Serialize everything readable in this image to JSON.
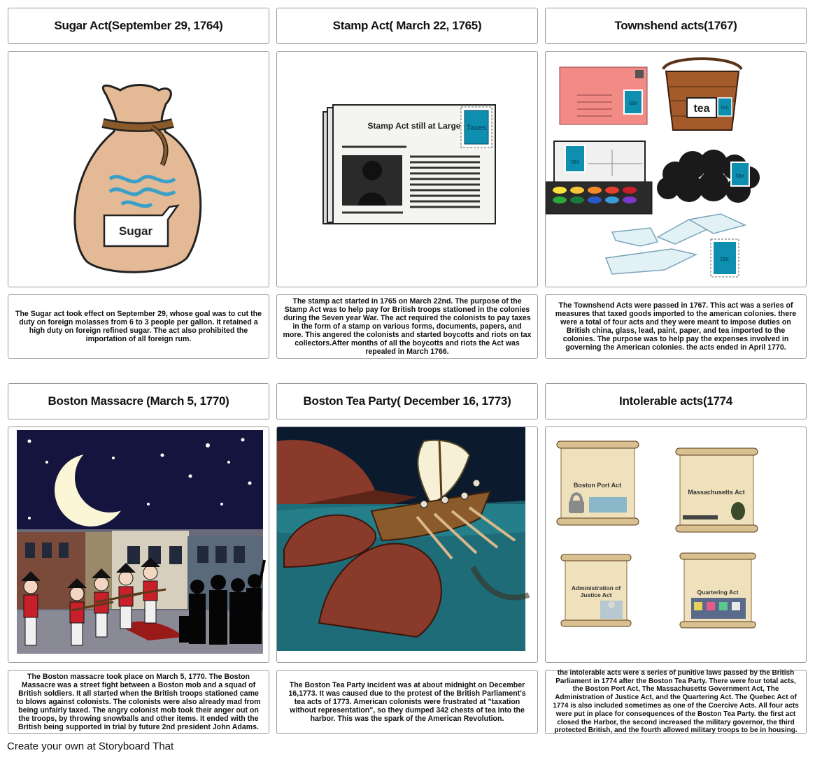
{
  "footer": "Create your own at Storyboard That",
  "cells": [
    {
      "title": "Sugar Act(September 29, 1764)",
      "image_labels": {
        "bag": "Sugar"
      },
      "description": "The Sugar act took effect on September 29, whose goal was to cut the duty on foreign molasses from 6 to 3 people per gallon. It retained a high duty on foreign refined sugar. The act also prohibited the importation of all foreign rum."
    },
    {
      "title": "Stamp Act( March 22, 1765)",
      "image_labels": {
        "headline": "Stamp Act still at Large",
        "stamp": "Taxes"
      },
      "description": "The stamp act started in 1765 on March 22nd. The purpose of the Stamp Act was to help pay for British troops stationed in the colonies during the Seven year War. The act required the colonists to pay taxes in the form of a stamp on various forms, documents, papers, and more. This angered the colonists and started boycotts and riots on tax collectors.After months of all the boycotts and riots the Act was repealed in March 1766."
    },
    {
      "title": "Townshend acts(1767)",
      "image_labels": {
        "basket": "tea",
        "stamp": "tax"
      },
      "description": "The Townshend Acts were passed in 1767. This act was a series of measures that taxed goods imported to the american colonies. there were a total of four acts and they were meant to impose duties on British china, glass, lead, paint, paper, and tea imported to the colonies. The purpose was to help pay the expenses involved in governing the American colonies. the acts ended in April 1770."
    },
    {
      "title": "Boston Massacre (March 5, 1770)",
      "description": "The Boston massacre took place on March 5, 1770. The Boston Massacre was a street fight between a Boston mob and a squad of British soldiers. It all started when the British troops stationed came to blows against colonists. The colonists were also already mad from being unfairly taxed. The angry colonist mob took their anger out on the troops, by throwing snowballs and other items. It ended with the British being supported in trial by future 2nd president John Adams."
    },
    {
      "title": "Boston Tea Party( December 16, 1773)",
      "description": "The Boston Tea Party incident was at about midnight on December 16,1773. It was caused due to the protest of the British Parliament's tea acts of 1773. American colonists were frustrated at \"taxation without representation\", so they dumped 342 chests of tea into the harbor. This was the spark of the American Revolution."
    },
    {
      "title": "Intolerable acts(1774",
      "image_labels": {
        "scroll1": "Boston Port Act",
        "scroll2": "Massachusetts Act",
        "scroll3_line1": "Administration of",
        "scroll3_line2": "Justice Act",
        "scroll4": "Quartering Act"
      },
      "description": "the intolerable acts were a series of punitive laws passed by the British Parliament in 1774 after the Boston Tea Party. There were four total acts, the Boston Port Act, The Massachusetts Government Act, The Administration of Justice Act, and the Quartering Act. The Quebec Act of 1774 is also included sometimes as one of the Coercive Acts. All four acts were put in place for consequences of the Boston Tea Party. the first act closed the Harbor, the second increased the military governor, the third protected British, and the fourth allowed military troops to be in housing."
    }
  ]
}
